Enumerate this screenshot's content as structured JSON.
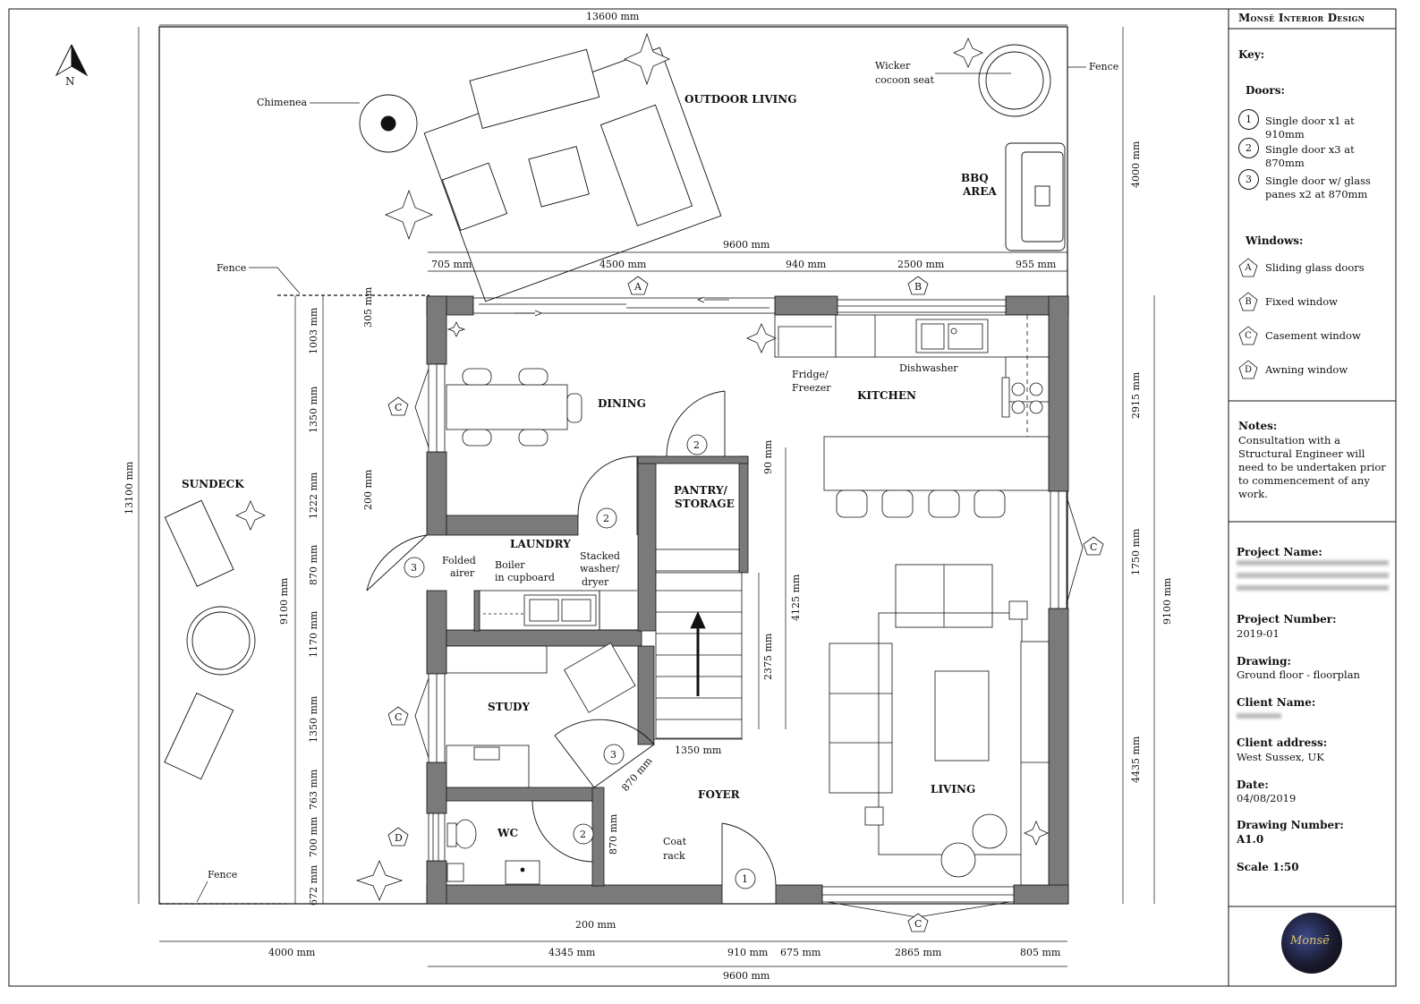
{
  "title_block": {
    "firm": "Monsē Interior Design",
    "key_heading": "Key:",
    "doors_heading": "Doors:",
    "doors": [
      {
        "num": "1",
        "desc": "Single door x1 at 910mm"
      },
      {
        "num": "2",
        "desc": "Single door x3 at 870mm"
      },
      {
        "num": "3",
        "desc_line1": "Single door w/ glass",
        "desc_line2": "panes x2 at 870mm"
      }
    ],
    "windows_heading": "Windows:",
    "windows": [
      {
        "letter": "A",
        "desc": "Sliding glass doors"
      },
      {
        "letter": "B",
        "desc": "Fixed window"
      },
      {
        "letter": "C",
        "desc": "Casement window"
      },
      {
        "letter": "D",
        "desc": "Awning window"
      }
    ],
    "notes_heading": "Notes:",
    "notes_lines": [
      "Consultation with a",
      "Structural Engineer will",
      "need to be undertaken prior",
      "to commencement of any",
      "work."
    ],
    "project_name_label": "Project Name:",
    "project_number_label": "Project Number:",
    "project_number": "2019-01",
    "drawing_label": "Drawing:",
    "drawing": "Ground floor - floorplan",
    "client_name_label": "Client Name:",
    "client_address_label": "Client address:",
    "client_address": "West Sussex, UK",
    "date_label": "Date:",
    "date": "04/08/2019",
    "drawing_number_label": "Drawing Number:",
    "drawing_number": "A1.0",
    "scale": "Scale 1:50",
    "logo_text": "Monsē"
  },
  "north": "N",
  "rooms": {
    "outdoor_living": "OUTDOOR LIVING",
    "bbq_line1": "BBQ",
    "bbq_line2": "AREA",
    "sundeck": "SUNDECK",
    "dining": "DINING",
    "kitchen": "KITCHEN",
    "pantry_line1": "PANTRY/",
    "pantry_line2": "STORAGE",
    "laundry": "LAUNDRY",
    "study": "STUDY",
    "wc": "WC",
    "foyer": "FOYER",
    "living": "LIVING"
  },
  "annotations": {
    "chimenea": "Chimenea",
    "wicker_line1": "Wicker",
    "wicker_line2": "cocoon seat",
    "fence": "Fence",
    "fridge_line1": "Fridge/",
    "fridge_line2": "Freezer",
    "dishwasher": "Dishwasher",
    "folded_line1": "Folded",
    "folded_line2": "airer",
    "boiler_line1": "Boiler",
    "boiler_line2": "in cupboard",
    "stacked_line1": "Stacked",
    "stacked_line2": "washer/",
    "stacked_line3": "dryer",
    "coat_line1": "Coat",
    "coat_line2": "rack"
  },
  "dimensions": {
    "top_overall": "13600 mm",
    "left_overall": "13100 mm",
    "garden_depth": "4000 mm",
    "house_width_top": "9600 mm",
    "top_705": "705 mm",
    "top_4500": "4500 mm",
    "top_940": "940 mm",
    "top_2500": "2500 mm",
    "top_955": "955 mm",
    "left_305": "305 mm",
    "left_1003": "1003 mm",
    "left_1350a": "1350 mm",
    "left_1222": "1222 mm",
    "left_200": "200 mm",
    "left_870": "870 mm",
    "left_1170": "1170 mm",
    "left_1350b": "1350 mm",
    "left_763": "763 mm",
    "left_700": "700 mm",
    "left_672": "672 mm",
    "left_9100": "9100 mm",
    "right_2915": "2915 mm",
    "right_1750": "1750 mm",
    "right_4435": "4435 mm",
    "right_9100": "9100 mm",
    "stair_90": "90 mm",
    "stair_4125": "4125 mm",
    "stair_2375": "2375 mm",
    "stair_1350": "1350 mm",
    "study_door_870": "870 mm",
    "wc_870": "870 mm",
    "bottom_200": "200 mm",
    "bottom_4000": "4000 mm",
    "bottom_4345": "4345 mm",
    "bottom_910": "910 mm",
    "bottom_675": "675 mm",
    "bottom_2865": "2865 mm",
    "bottom_805": "805 mm",
    "bottom_9600": "9600 mm"
  },
  "markers": {
    "A": "A",
    "B": "B",
    "C": "C",
    "D": "D",
    "one": "1",
    "two": "2",
    "three": "3"
  }
}
